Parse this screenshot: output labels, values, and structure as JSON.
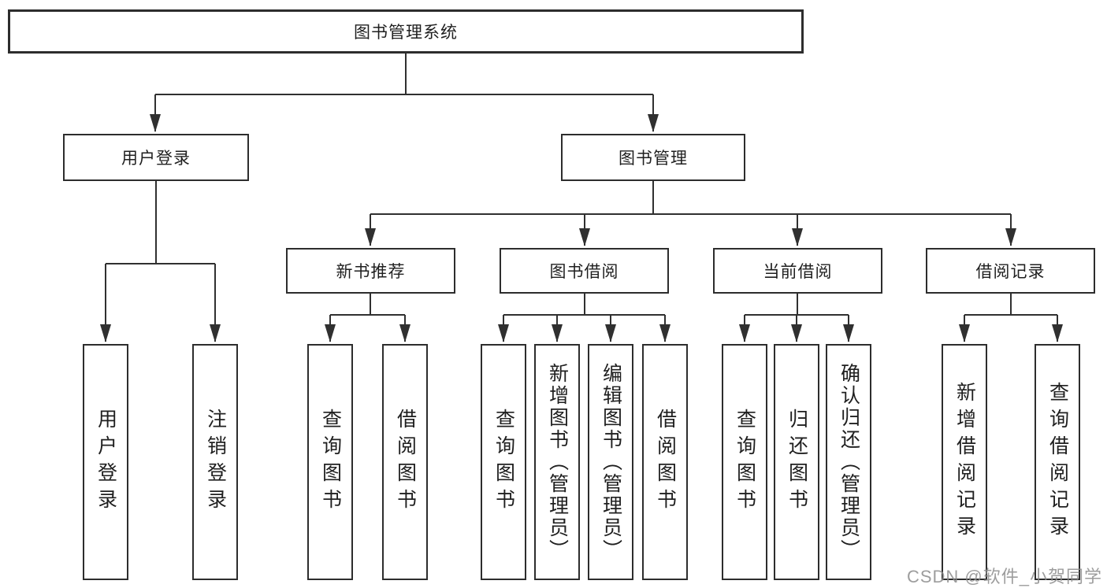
{
  "colors": {
    "line": "#303030",
    "box_border": "#2d2d2d",
    "box_fill": "#ffffff",
    "text": "#1f1f1f",
    "watermark": "#8d8d8d"
  },
  "tree": {
    "root": {
      "label": "图书管理系统"
    },
    "level2": [
      {
        "label": "用户登录"
      },
      {
        "label": "图书管理"
      }
    ],
    "level3": [
      {
        "label": "新书推荐"
      },
      {
        "label": "图书借阅"
      },
      {
        "label": "当前借阅"
      },
      {
        "label": "借阅记录"
      }
    ],
    "leaves": {
      "user_login": [
        "用户登录",
        "注销登录"
      ],
      "new_book": [
        "查询图书",
        "借阅图书"
      ],
      "book_borrow": [
        "查询图书",
        "新增图书（管理员）",
        "编辑图书（管理员）",
        "借阅图书"
      ],
      "current_borrow": [
        "查询图书",
        "归还图书",
        "确认归还（管理员）"
      ],
      "borrow_record": [
        "新增借阅记录",
        "查询借阅记录"
      ]
    }
  },
  "watermark": "CSDN @软件_小贺同学"
}
